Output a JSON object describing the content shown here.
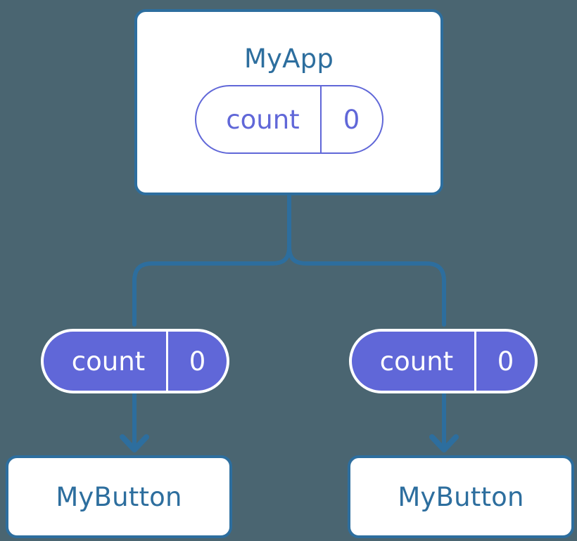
{
  "diagram": {
    "background_color": "#4a6571",
    "accent_blue": "#2d6e9e",
    "accent_purple": "#6067d8",
    "root": {
      "title": "MyApp",
      "state": {
        "key": "count",
        "value": "0"
      }
    },
    "branches": [
      {
        "state": {
          "key": "count",
          "value": "0"
        },
        "component": {
          "title": "MyButton"
        }
      },
      {
        "state": {
          "key": "count",
          "value": "0"
        },
        "component": {
          "title": "MyButton"
        }
      }
    ]
  }
}
